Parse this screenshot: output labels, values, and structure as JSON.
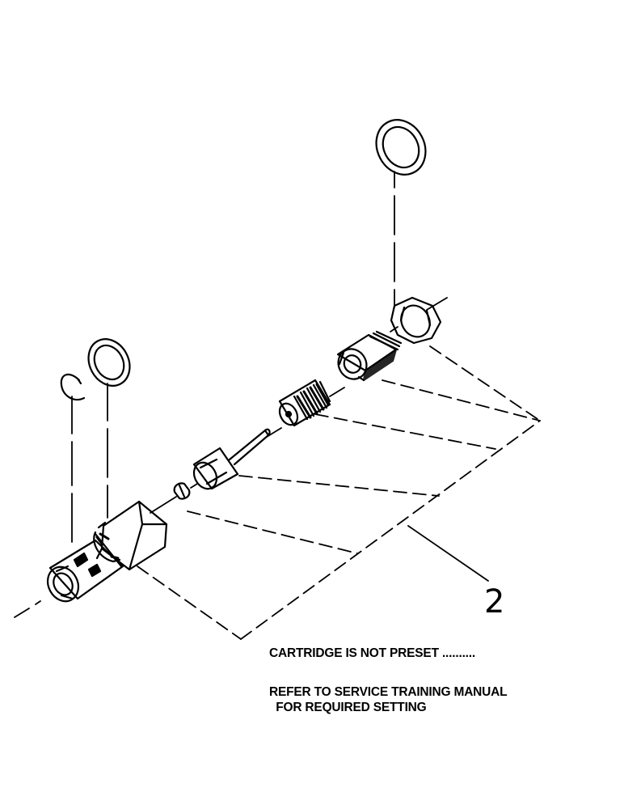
{
  "callout_number": "2",
  "notes": {
    "line1": "CARTRIDGE IS NOT PRESET ..........",
    "line2": "REFER TO SERVICE TRAINING MANUAL",
    "line3": "  FOR REQUIRED SETTING"
  },
  "parts": [
    "snap-ring",
    "seal-washer-left",
    "valve-body",
    "poppet-ball",
    "poppet-stem",
    "spring",
    "adjuster-plug",
    "lock-nut",
    "seal-washer-top"
  ],
  "colors": {
    "ink": "#000000",
    "paper": "#ffffff"
  }
}
